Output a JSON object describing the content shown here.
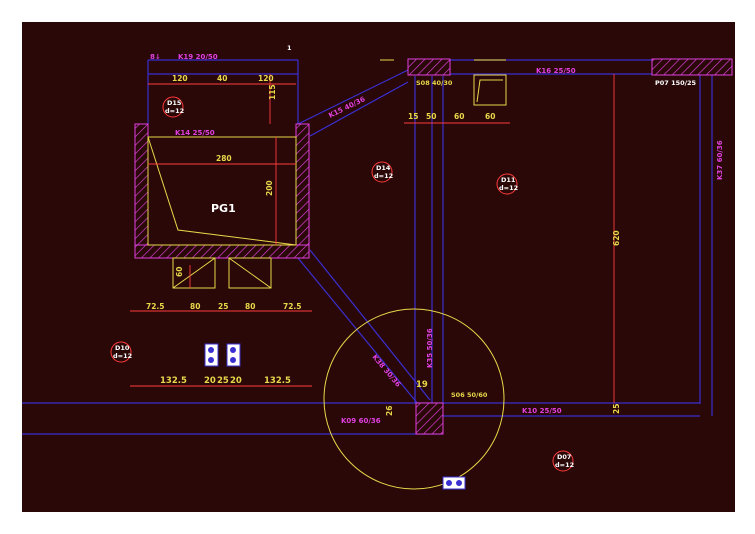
{
  "colors": {
    "background": "#2a0808",
    "page": "#ffffff",
    "beam_label": "#e040e0",
    "dimension": "#ff3b3b",
    "outline": "#e8d84a",
    "beam_line": "#3a2fd0",
    "text": "#ffffff"
  },
  "labels": {
    "pg1": "PG1",
    "k19_top": "K19  20/50",
    "k14": "K14  25/50",
    "k15": "K15  40/36",
    "k16": "K16  25/50",
    "s08": "S08 40/30",
    "p07": "P07 150/25",
    "k37": "K37  60/36",
    "k38": "K38  30/36",
    "k35": "K35  50/36",
    "s06": "S06 50/60",
    "k09": "K09  60/36",
    "k10": "K10  25/50",
    "top_small_left": "8↓",
    "top_small_right": "1"
  },
  "slabs": {
    "d15": {
      "name": "D15",
      "thk": "d=12"
    },
    "d14": {
      "name": "D14",
      "thk": "d=12"
    },
    "d11": {
      "name": "D11",
      "thk": "d=12"
    },
    "d10": {
      "name": "D10",
      "thk": "d=12"
    },
    "d07": {
      "name": "D07",
      "thk": "d=12"
    }
  },
  "dimensions": {
    "top_120_left": "120",
    "top_40": "40",
    "top_120_right": "120",
    "v_115": "115",
    "w_280": "280",
    "v_200": "200",
    "v_60_small": "60",
    "row1_a": "72.5",
    "row1_b": "80",
    "row1_c": "25",
    "row1_d": "80",
    "row1_e": "72.5",
    "row2_a": "132.5",
    "row2_b": "20",
    "row2_c": "25",
    "row2_d": "20",
    "row2_e": "132.5",
    "s08_15": "15",
    "s08_50": "50",
    "s08_60a": "60",
    "s08_60b": "60",
    "v_620": "620",
    "v_25_right": "25",
    "v_19": "19",
    "v_26": "26"
  }
}
